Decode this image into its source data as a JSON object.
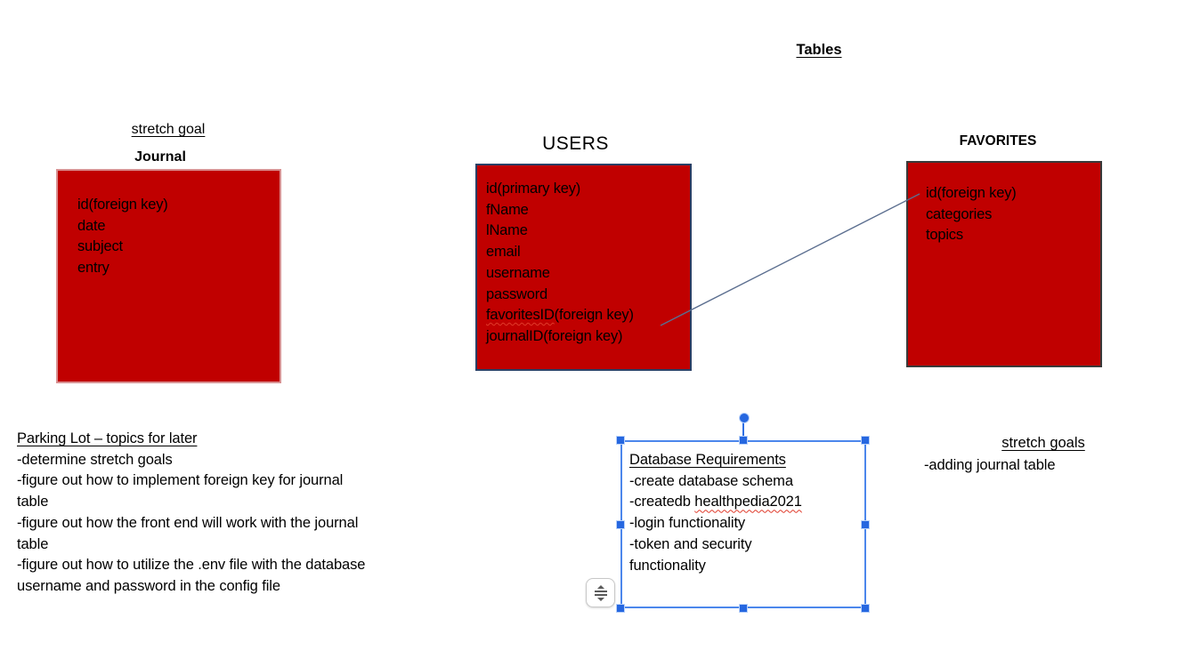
{
  "slide_heading": "Tables",
  "journal": {
    "pre_label": "stretch goal",
    "title": "Journal",
    "fields": [
      "id(foreign key)",
      "date",
      "subject",
      "entry"
    ]
  },
  "users": {
    "title": "USERS",
    "fields": [
      "id(primary key)",
      "fName",
      "lName",
      "email",
      "username",
      "password"
    ],
    "favorites_field": {
      "word": "favoritesID",
      "rest": "(foreign key)"
    },
    "last_field": "journalID(foreign key)"
  },
  "favorites": {
    "title": "FAVORITES",
    "fields": [
      "id(foreign key)",
      "categories",
      "topics"
    ]
  },
  "parking_lot": {
    "heading": "Parking Lot – topics for later",
    "items": [
      "-determine stretch goals",
      "-figure out how to implement foreign key for journal table",
      "-figure out how the front end will work with the journal table",
      "-figure out how to utilize the .env file with the database username and password in the config file"
    ]
  },
  "db_requirements": {
    "heading": "Database Requirements",
    "item1": "-create database schema",
    "item2_prefix": "-createdb ",
    "item2_misspelled": "healthpedia2021",
    "item3": "-login functionality",
    "item4": "-token and security functionality"
  },
  "stretch_goals_right": {
    "heading": "stretch goals",
    "item": "-adding journal table"
  },
  "colors": {
    "table_fill": "#c00000",
    "users_border": "#2a4066",
    "favorites_border": "#3a3a3a",
    "journal_border": "#d super",
    "connector_line": "#5b6e8f",
    "selection_blue": "#2667e0",
    "spellcheck_red": "#e03a2a"
  }
}
